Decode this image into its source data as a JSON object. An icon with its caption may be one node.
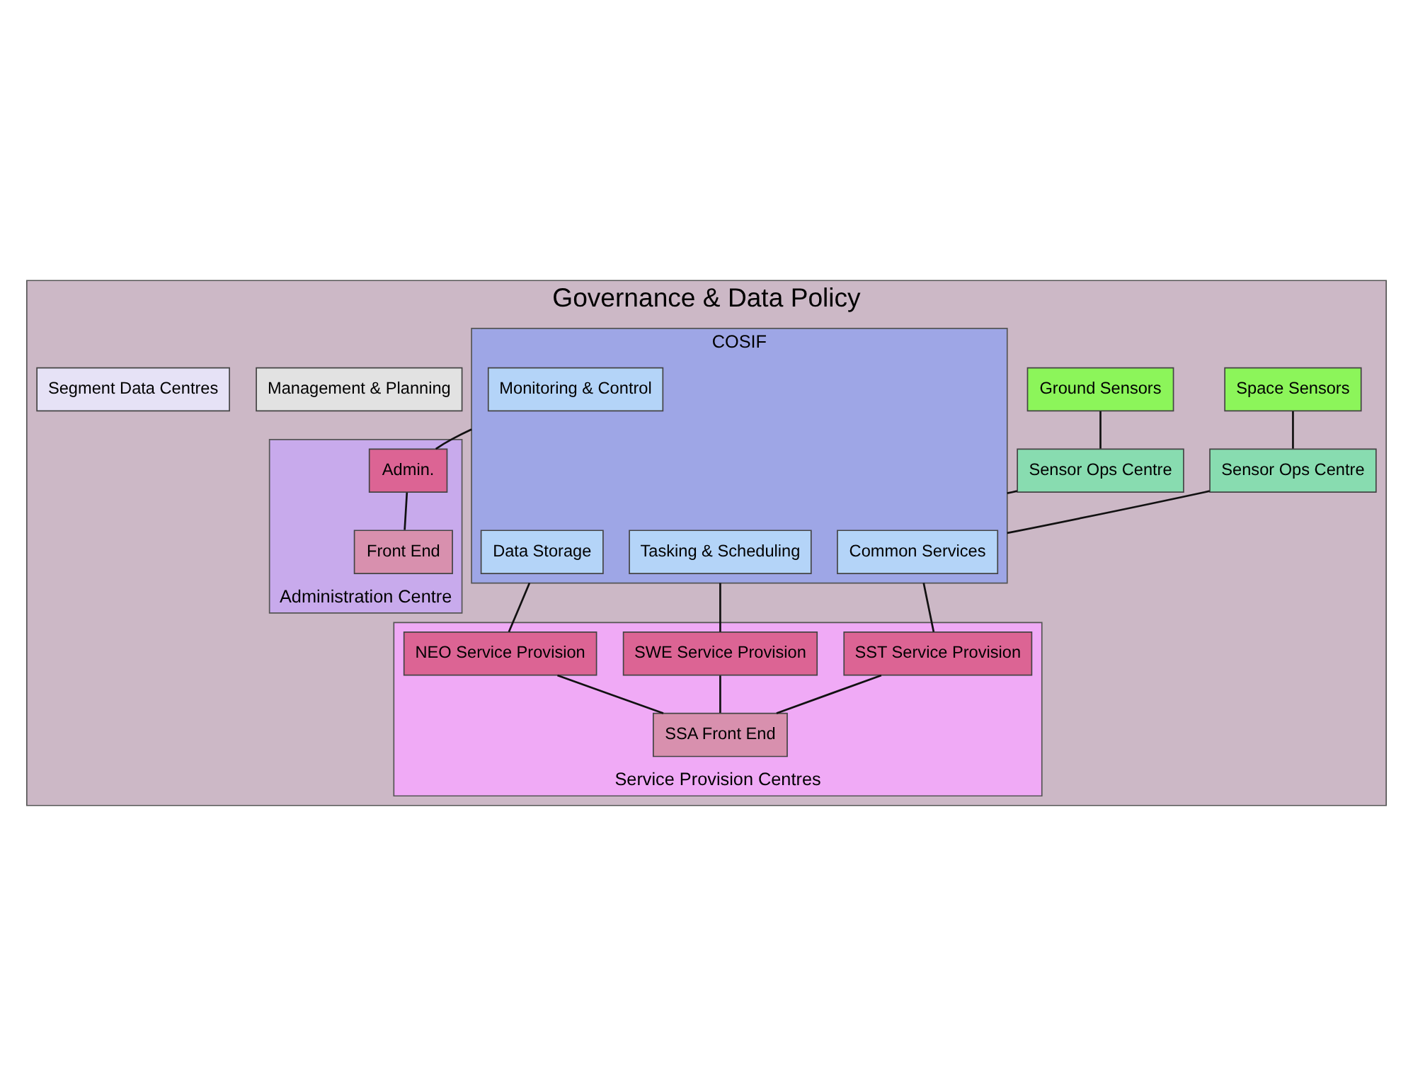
{
  "diagram": {
    "nodes": [
      {
        "text": [
          "Governance & Data Policy"
        ]
      },
      {
        "text": [
          "Ground Sensors"
        ],
        "in": 0
      },
      {
        "text": [
          "Sensor Ops Centre"
        ],
        "in": 0
      },
      {
        "text": [
          "Space Sensors"
        ],
        "in": 0
      },
      {
        "text": [
          "Sensor Ops Centre"
        ],
        "in": 0
      },
      {
        "text": [
          "Management & Planning"
        ],
        "in": 0
      },
      {
        "text": [
          "Segment Data Centres"
        ],
        "in": 0
      },
      {
        "text": [
          "COSIF"
        ],
        "in": 0
      },
      {
        "text": [
          "Monitoring & Control"
        ],
        "in": 7
      },
      {
        "text": [
          "Tasking & Scheduling"
        ],
        "in": 7
      },
      {
        "text": [
          "Common Services"
        ],
        "in": 7
      },
      {
        "text": [
          "Data Storage"
        ],
        "in": 7
      },
      {
        "text": [
          "Administration Centre"
        ],
        "in": 0
      },
      {
        "text": [
          "Admin."
        ],
        "in": 12
      },
      {
        "text": [
          "Front End"
        ],
        "in": 12
      },
      {
        "text": [
          "Service Provision Centres"
        ],
        "in": 0
      },
      {
        "text": [
          "SWE Service Provision"
        ],
        "in": 15
      },
      {
        "text": [
          "SST Service Provision"
        ],
        "in": 15
      },
      {
        "text": [
          "NEO Service Provision"
        ],
        "in": 15
      },
      {
        "text": [
          "SSA Front End"
        ],
        "in": 15
      }
    ],
    "edges": [
      {
        "from": 1,
        "to": 2,
        "arrow": "none"
      },
      {
        "from": 2,
        "to": 7,
        "arrow": "none"
      },
      {
        "from": 3,
        "to": 4,
        "arrow": "none"
      },
      {
        "from": 4,
        "to": 7,
        "arrow": "none"
      },
      {
        "from": 7,
        "to": 13,
        "arrow": "none"
      },
      {
        "from": 7,
        "to": 16,
        "arrow": "none"
      },
      {
        "from": 7,
        "to": 17,
        "arrow": "none"
      },
      {
        "from": 7,
        "to": 18,
        "arrow": "none"
      },
      {
        "from": 13,
        "to": 14,
        "arrow": "none"
      },
      {
        "from": 16,
        "to": 19,
        "arrow": "none"
      },
      {
        "from": 17,
        "to": 19,
        "arrow": "none"
      },
      {
        "from": 18,
        "to": 19,
        "arrow": "none"
      }
    ]
  }
}
